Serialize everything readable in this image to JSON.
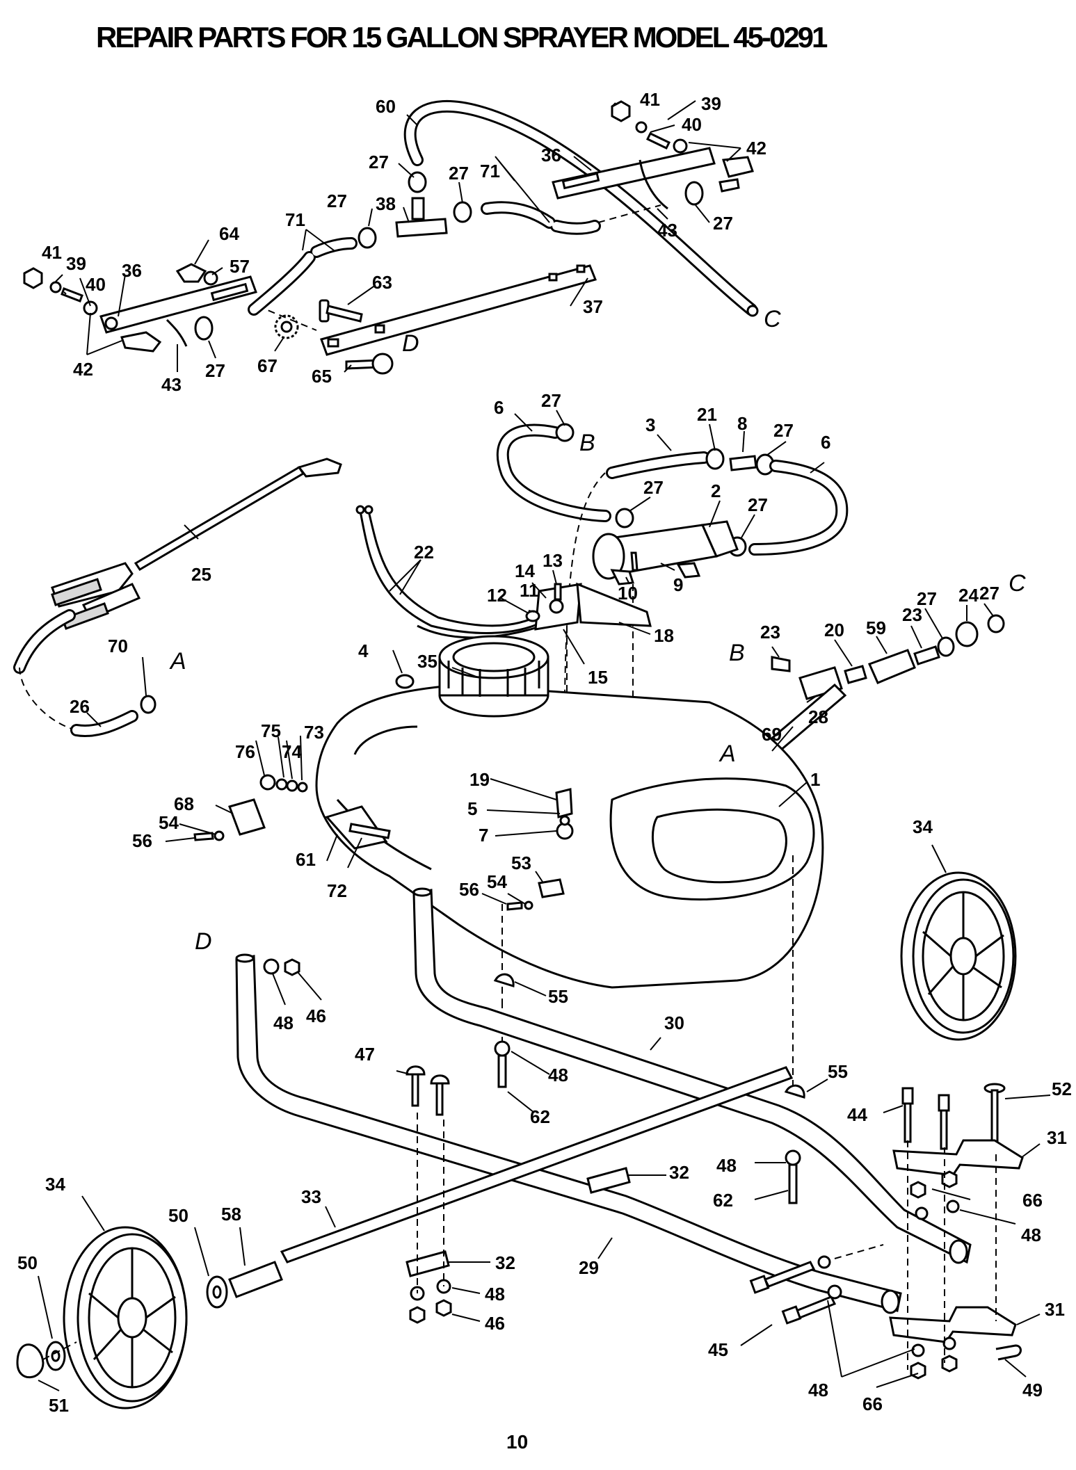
{
  "title": "REPAIR PARTS FOR 15 GALLON SPRAYER MODEL 45-0291",
  "page_number": "10",
  "ref_letters": [
    "A",
    "B",
    "C",
    "D"
  ],
  "callouts": [
    {
      "id": "c60",
      "text": "60"
    },
    {
      "id": "c41a",
      "text": "41"
    },
    {
      "id": "c39a",
      "text": "39"
    },
    {
      "id": "c40a",
      "text": "40"
    },
    {
      "id": "c42a",
      "text": "42"
    },
    {
      "id": "c36a",
      "text": "36"
    },
    {
      "id": "c27a",
      "text": "27"
    },
    {
      "id": "c71a",
      "text": "71"
    },
    {
      "id": "c27b",
      "text": "27"
    },
    {
      "id": "c38",
      "text": "38"
    },
    {
      "id": "c27c",
      "text": "27"
    },
    {
      "id": "c43a",
      "text": "43"
    },
    {
      "id": "c27d",
      "text": "27"
    },
    {
      "id": "c71b",
      "text": "71"
    },
    {
      "id": "c64",
      "text": "64"
    },
    {
      "id": "c41b",
      "text": "41"
    },
    {
      "id": "c39b",
      "text": "39"
    },
    {
      "id": "c40b",
      "text": "40"
    },
    {
      "id": "c36b",
      "text": "36"
    },
    {
      "id": "c57",
      "text": "57"
    },
    {
      "id": "c63",
      "text": "63"
    },
    {
      "id": "c37",
      "text": "37"
    },
    {
      "id": "c42b",
      "text": "42"
    },
    {
      "id": "c43b",
      "text": "43"
    },
    {
      "id": "c27e",
      "text": "27"
    },
    {
      "id": "c67",
      "text": "67"
    },
    {
      "id": "c65",
      "text": "65"
    },
    {
      "id": "c6a",
      "text": "6"
    },
    {
      "id": "c27f",
      "text": "27"
    },
    {
      "id": "c3",
      "text": "3"
    },
    {
      "id": "c21",
      "text": "21"
    },
    {
      "id": "c8",
      "text": "8"
    },
    {
      "id": "c27g",
      "text": "27"
    },
    {
      "id": "c6b",
      "text": "6"
    },
    {
      "id": "c27h",
      "text": "27"
    },
    {
      "id": "c2",
      "text": "2"
    },
    {
      "id": "c27i",
      "text": "27"
    },
    {
      "id": "c25",
      "text": "25"
    },
    {
      "id": "c22",
      "text": "22"
    },
    {
      "id": "c14",
      "text": "14"
    },
    {
      "id": "c13",
      "text": "13"
    },
    {
      "id": "c9",
      "text": "9"
    },
    {
      "id": "c10",
      "text": "10"
    },
    {
      "id": "c12",
      "text": "12"
    },
    {
      "id": "c11",
      "text": "11"
    },
    {
      "id": "c27j",
      "text": "27"
    },
    {
      "id": "c24",
      "text": "24"
    },
    {
      "id": "c27k",
      "text": "27"
    },
    {
      "id": "c23a",
      "text": "23"
    },
    {
      "id": "c20",
      "text": "20"
    },
    {
      "id": "c59",
      "text": "59"
    },
    {
      "id": "c23b",
      "text": "23"
    },
    {
      "id": "c18",
      "text": "18"
    },
    {
      "id": "c15",
      "text": "15"
    },
    {
      "id": "c70",
      "text": "70"
    },
    {
      "id": "c4",
      "text": "4"
    },
    {
      "id": "c35",
      "text": "35"
    },
    {
      "id": "c26",
      "text": "26"
    },
    {
      "id": "c28",
      "text": "28"
    },
    {
      "id": "c69",
      "text": "69"
    },
    {
      "id": "c75",
      "text": "75"
    },
    {
      "id": "c73",
      "text": "73"
    },
    {
      "id": "c76",
      "text": "76"
    },
    {
      "id": "c74",
      "text": "74"
    },
    {
      "id": "c19",
      "text": "19"
    },
    {
      "id": "c1",
      "text": "1"
    },
    {
      "id": "c68",
      "text": "68"
    },
    {
      "id": "c5",
      "text": "5"
    },
    {
      "id": "c54a",
      "text": "54"
    },
    {
      "id": "c7",
      "text": "7"
    },
    {
      "id": "c56a",
      "text": "56"
    },
    {
      "id": "c34a",
      "text": "34"
    },
    {
      "id": "c61",
      "text": "61"
    },
    {
      "id": "c53",
      "text": "53"
    },
    {
      "id": "c72",
      "text": "72"
    },
    {
      "id": "c56b",
      "text": "56"
    },
    {
      "id": "c54b",
      "text": "54"
    },
    {
      "id": "c55a",
      "text": "55"
    },
    {
      "id": "c46a",
      "text": "46"
    },
    {
      "id": "c48a",
      "text": "48"
    },
    {
      "id": "c30",
      "text": "30"
    },
    {
      "id": "c47",
      "text": "47"
    },
    {
      "id": "c48b",
      "text": "48"
    },
    {
      "id": "c55b",
      "text": "55"
    },
    {
      "id": "c62a",
      "text": "62"
    },
    {
      "id": "c44",
      "text": "44"
    },
    {
      "id": "c52",
      "text": "52"
    },
    {
      "id": "c31a",
      "text": "31"
    },
    {
      "id": "c32a",
      "text": "32"
    },
    {
      "id": "c48c",
      "text": "48"
    },
    {
      "id": "c34b",
      "text": "34"
    },
    {
      "id": "c62b",
      "text": "62"
    },
    {
      "id": "c66a",
      "text": "66"
    },
    {
      "id": "c33",
      "text": "33"
    },
    {
      "id": "c50a",
      "text": "50"
    },
    {
      "id": "c58",
      "text": "58"
    },
    {
      "id": "c48d",
      "text": "48"
    },
    {
      "id": "c50b",
      "text": "50"
    },
    {
      "id": "c32b",
      "text": "32"
    },
    {
      "id": "c29",
      "text": "29"
    },
    {
      "id": "c48e",
      "text": "48"
    },
    {
      "id": "c46b",
      "text": "46"
    },
    {
      "id": "c31b",
      "text": "31"
    },
    {
      "id": "c45",
      "text": "45"
    },
    {
      "id": "c51",
      "text": "51"
    },
    {
      "id": "c48f",
      "text": "48"
    },
    {
      "id": "c66b",
      "text": "66"
    },
    {
      "id": "c49",
      "text": "49"
    }
  ]
}
